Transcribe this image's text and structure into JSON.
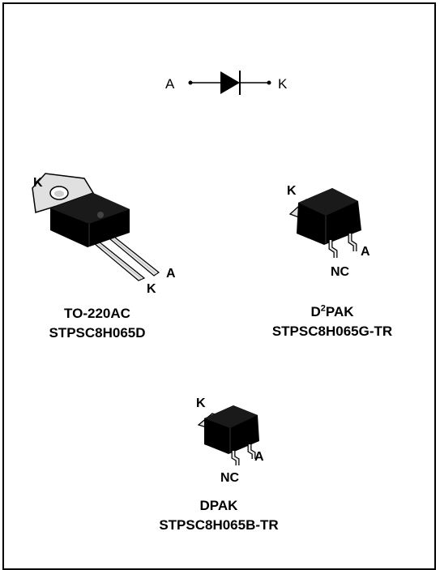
{
  "symbol": {
    "anode": "A",
    "cathode": "K"
  },
  "packages": [
    {
      "package": "TO-220AC",
      "part": "STPSC8H065D",
      "pins": [
        "K",
        "A",
        "K"
      ]
    },
    {
      "package_prefix": "D",
      "package_sup": "2",
      "package_suffix": "PAK",
      "part": "STPSC8H065G-TR",
      "pins": [
        "K",
        "A",
        "NC"
      ]
    },
    {
      "package": "DPAK",
      "part": "STPSC8H065B-TR",
      "pins": [
        "K",
        "A",
        "NC"
      ]
    }
  ]
}
